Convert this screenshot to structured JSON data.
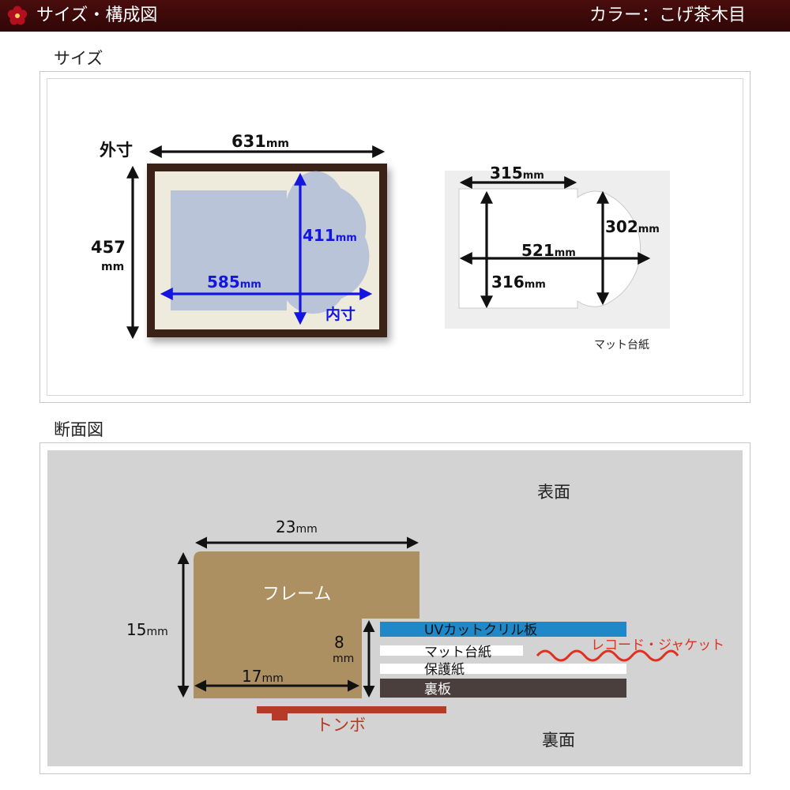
{
  "header": {
    "title": "サイズ・構成図",
    "color_label": "カラー：こげ茶木目",
    "logo_icon": "flower-logo-icon",
    "accent_color": "#3d0a0a"
  },
  "size_section": {
    "label": "サイズ",
    "frame": {
      "outer_label": "外寸",
      "width_value": "631",
      "height_value": "457",
      "inner_label": "内寸",
      "inner_width_value": "585",
      "inner_height_value": "411",
      "unit": "mm",
      "frame_color": "#3a2418",
      "arrow_color_outer": "#111111",
      "arrow_color_inner": "#1515e0"
    },
    "mat": {
      "top_width_value": "315",
      "left_height_value": "316",
      "total_width_value": "521",
      "circle_height_value": "302",
      "unit": "mm",
      "caption": "マット台紙"
    }
  },
  "section_view": {
    "label": "断面図",
    "front_label": "表面",
    "back_label": "裏面",
    "frame_label": "フレーム",
    "frame_width_value": "23",
    "frame_height_value": "15",
    "frame_depth_value": "8",
    "frame_inner_value": "17",
    "unit": "mm",
    "layers": [
      "UVカットクリル板",
      "マット台紙",
      "保護紙",
      "裏板"
    ],
    "record_label": "レコード・ジャケット",
    "tonbo_label": "トンボ",
    "colors": {
      "background": "#d3d3d3",
      "frame": "#ad9061",
      "uv_layer": "#1e88c8",
      "back_board": "#4a3f3c",
      "tonbo": "#b73a26",
      "record_line": "#e03020"
    }
  }
}
